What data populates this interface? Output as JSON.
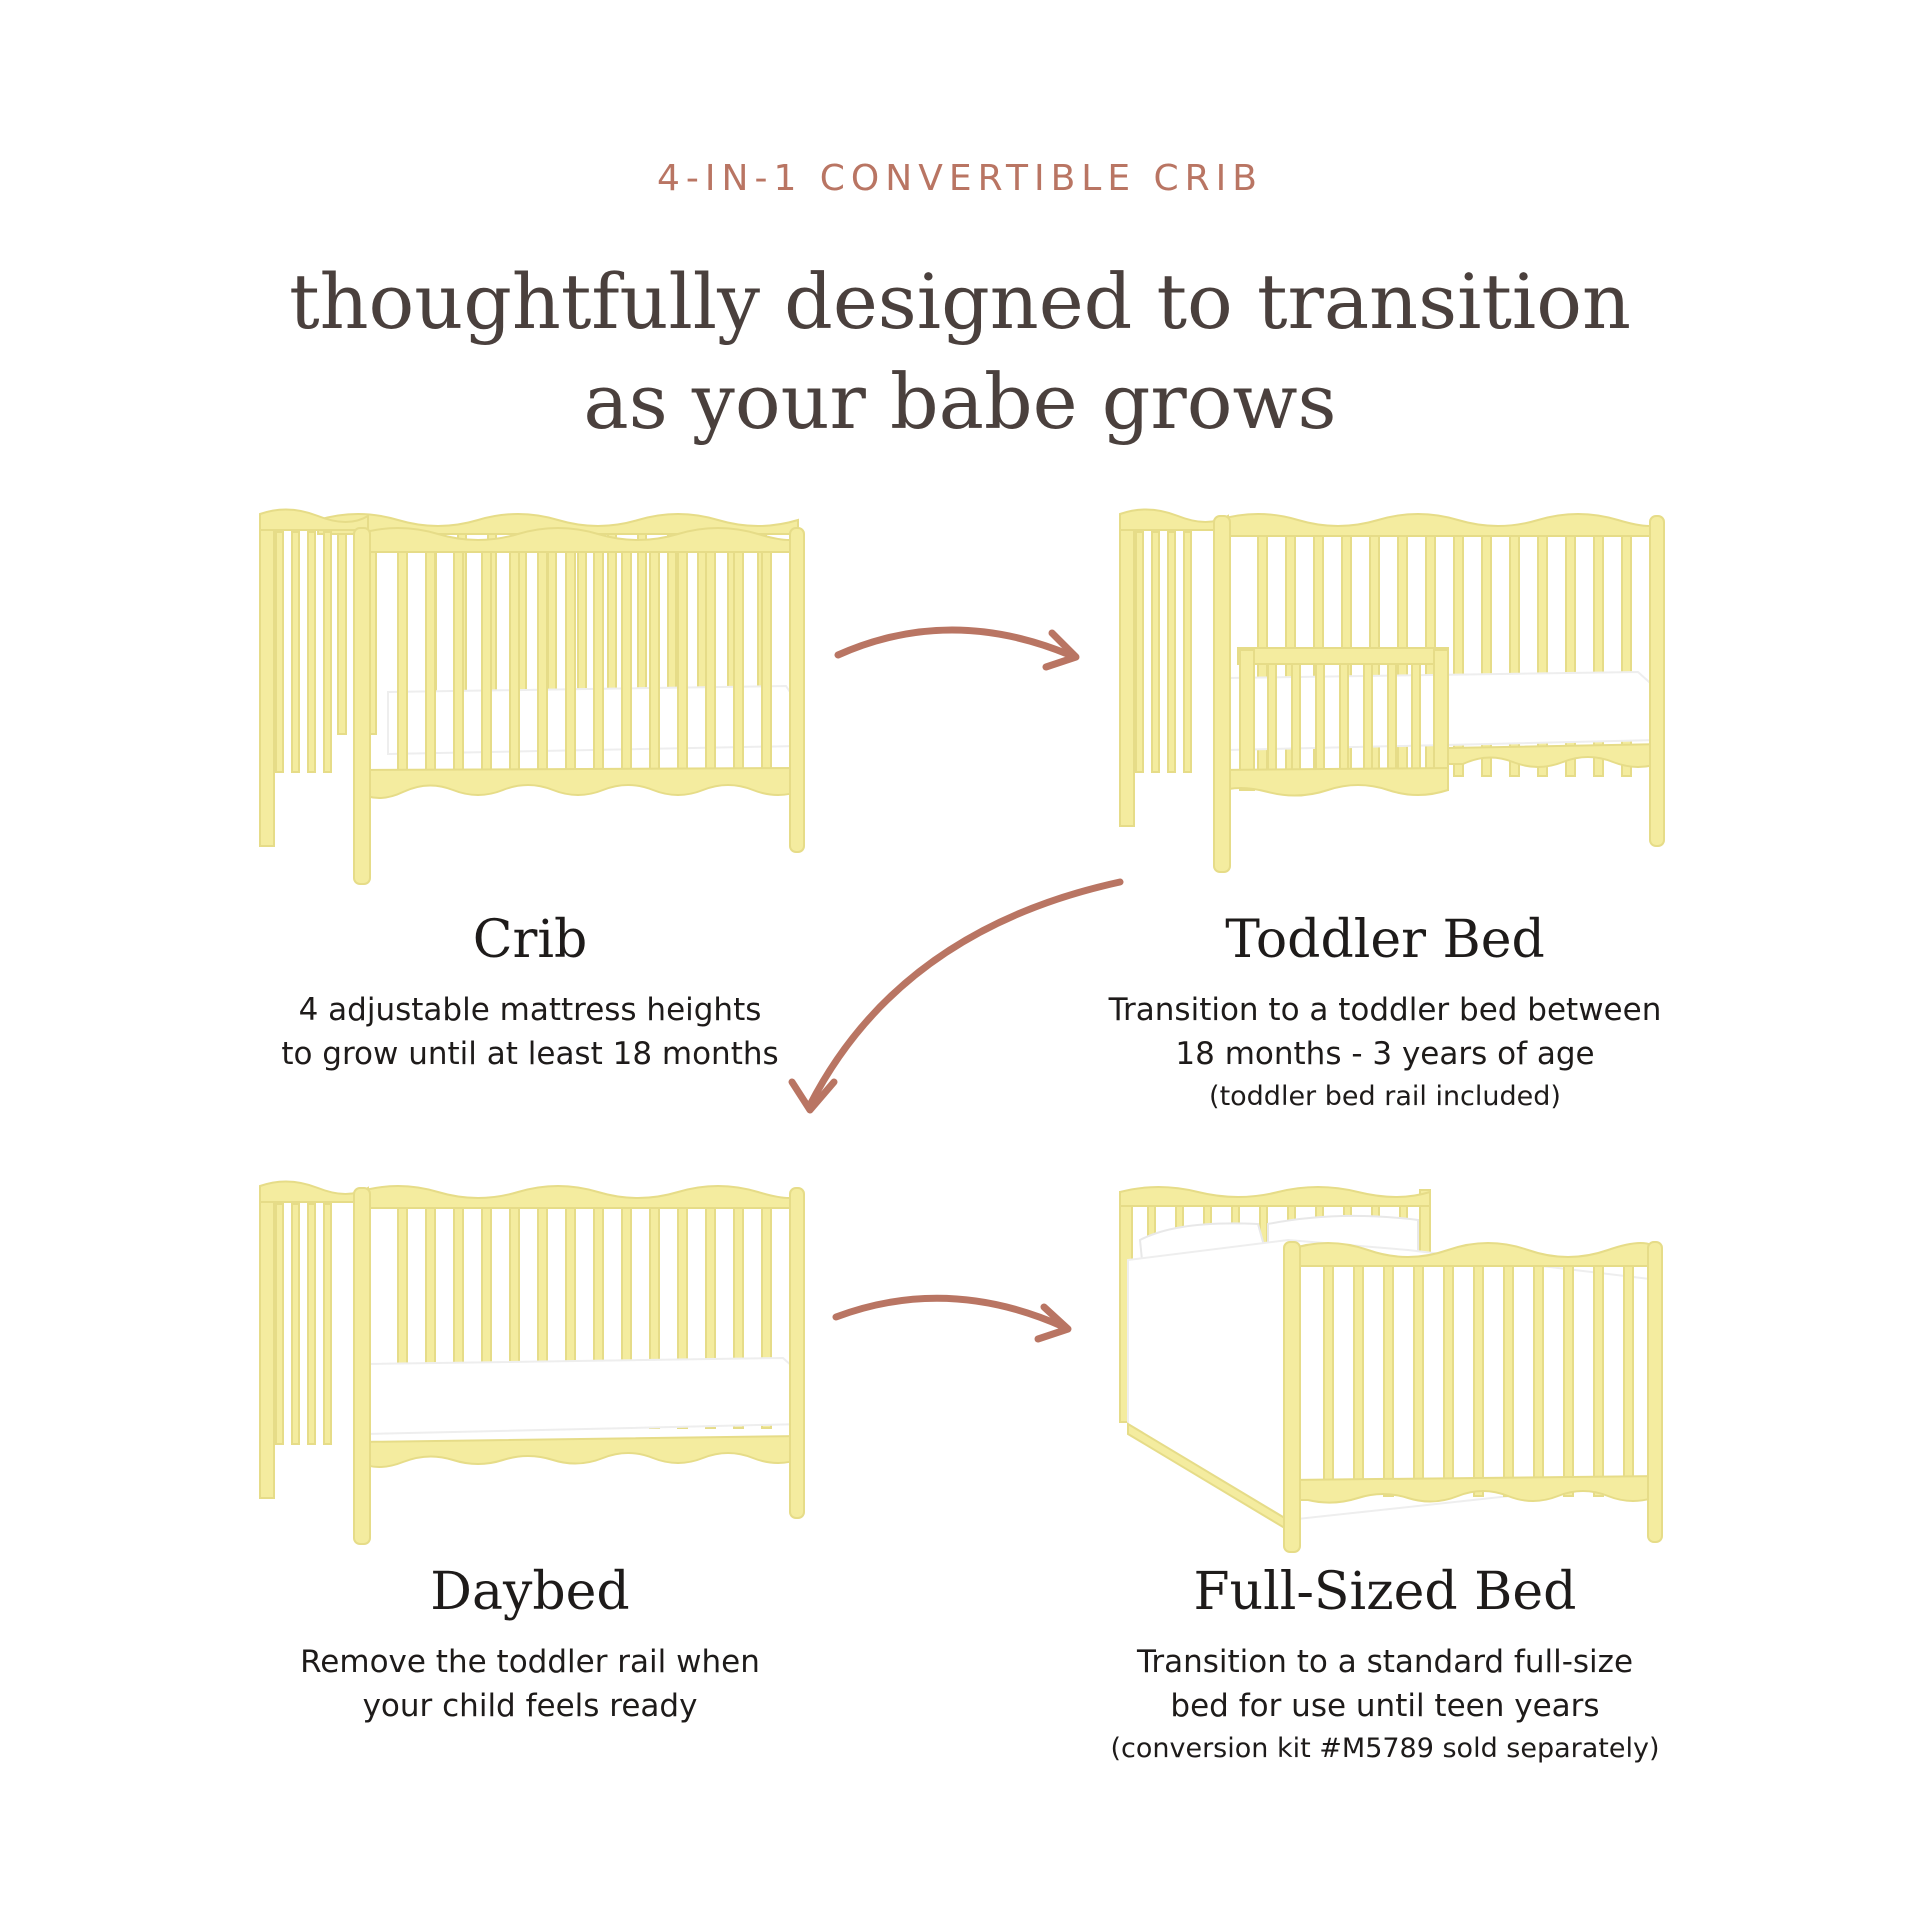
{
  "eyebrow": "4-IN-1 CONVERTIBLE CRIB",
  "headline": {
    "line1": "thoughtfully designed to transition",
    "line2": "as your babe grows"
  },
  "colors": {
    "accent": "#b97563",
    "headline": "#4a403d",
    "wood": "#f4ec9f",
    "wood_edge": "#e6dc88",
    "mattress": "#ffffff"
  },
  "stages": [
    {
      "title": "Crib",
      "lines": [
        "4 adjustable mattress heights",
        "to grow until at least 18 months"
      ],
      "note": ""
    },
    {
      "title": "Toddler Bed",
      "lines": [
        "Transition to a toddler bed between",
        "18 months - 3 years of age"
      ],
      "note": "(toddler bed rail included)"
    },
    {
      "title": "Daybed",
      "lines": [
        "Remove the toddler rail when",
        "your child feels ready"
      ],
      "note": ""
    },
    {
      "title": "Full-Sized Bed",
      "lines": [
        "Transition to a standard full-size",
        "bed for use until teen years"
      ],
      "note": "(conversion kit #M5789 sold separately)"
    }
  ]
}
